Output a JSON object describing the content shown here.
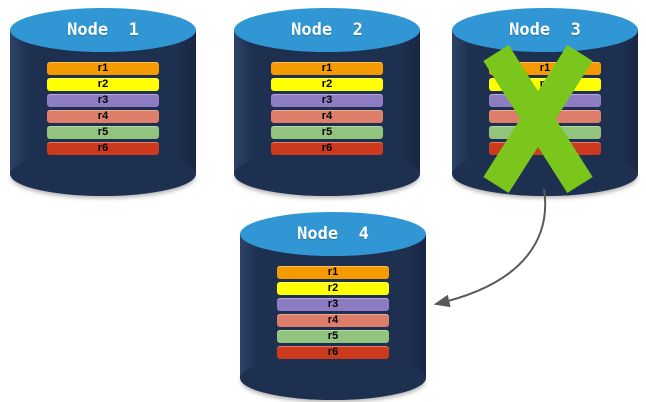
{
  "diagram": {
    "description": "Database replication diagram: four database nodes each holding replicas r1-r6; Node 3 is failed (green X) and its data is redirected to Node 4 via an arrow.",
    "colors": {
      "background": "#FFFFFF",
      "cylinder_body": "#1E3050",
      "cylinder_top": "#3097D4",
      "node_label": "#FFFFFF",
      "replica_label": "#000000",
      "failure_cross": "#7BC61C",
      "arrow": "#595959"
    },
    "nodes": [
      {
        "id": "node-1",
        "label": "Node  1",
        "failed": false,
        "replicas": [
          {
            "label": "r1",
            "color": "#F59B00"
          },
          {
            "label": "r2",
            "color": "#FFFF00"
          },
          {
            "label": "r3",
            "color": "#8E7CC3"
          },
          {
            "label": "r4",
            "color": "#DD7E6B"
          },
          {
            "label": "r5",
            "color": "#93C47D"
          },
          {
            "label": "r6",
            "color": "#CC3A1D"
          }
        ]
      },
      {
        "id": "node-2",
        "label": "Node  2",
        "failed": false,
        "replicas": [
          {
            "label": "r1",
            "color": "#F59B00"
          },
          {
            "label": "r2",
            "color": "#FFFF00"
          },
          {
            "label": "r3",
            "color": "#8E7CC3"
          },
          {
            "label": "r4",
            "color": "#DD7E6B"
          },
          {
            "label": "r5",
            "color": "#93C47D"
          },
          {
            "label": "r6",
            "color": "#CC3A1D"
          }
        ]
      },
      {
        "id": "node-3",
        "label": "Node  3",
        "failed": true,
        "replicas": [
          {
            "label": "r1",
            "color": "#F59B00"
          },
          {
            "label": "r2",
            "color": "#FFFF00"
          },
          {
            "label": "r3",
            "color": "#8E7CC3"
          },
          {
            "label": "r4",
            "color": "#DD7E6B"
          },
          {
            "label": "r5",
            "color": "#93C47D"
          },
          {
            "label": "r6",
            "color": "#CC3A1D"
          }
        ]
      },
      {
        "id": "node-4",
        "label": "Node  4",
        "failed": false,
        "replicas": [
          {
            "label": "r1",
            "color": "#F59B00"
          },
          {
            "label": "r2",
            "color": "#FFFF00"
          },
          {
            "label": "r3",
            "color": "#8E7CC3"
          },
          {
            "label": "r4",
            "color": "#DD7E6B"
          },
          {
            "label": "r5",
            "color": "#93C47D"
          },
          {
            "label": "r6",
            "color": "#CC3A1D"
          }
        ]
      }
    ],
    "arrow": {
      "from": "node-3",
      "to": "node-4"
    }
  }
}
